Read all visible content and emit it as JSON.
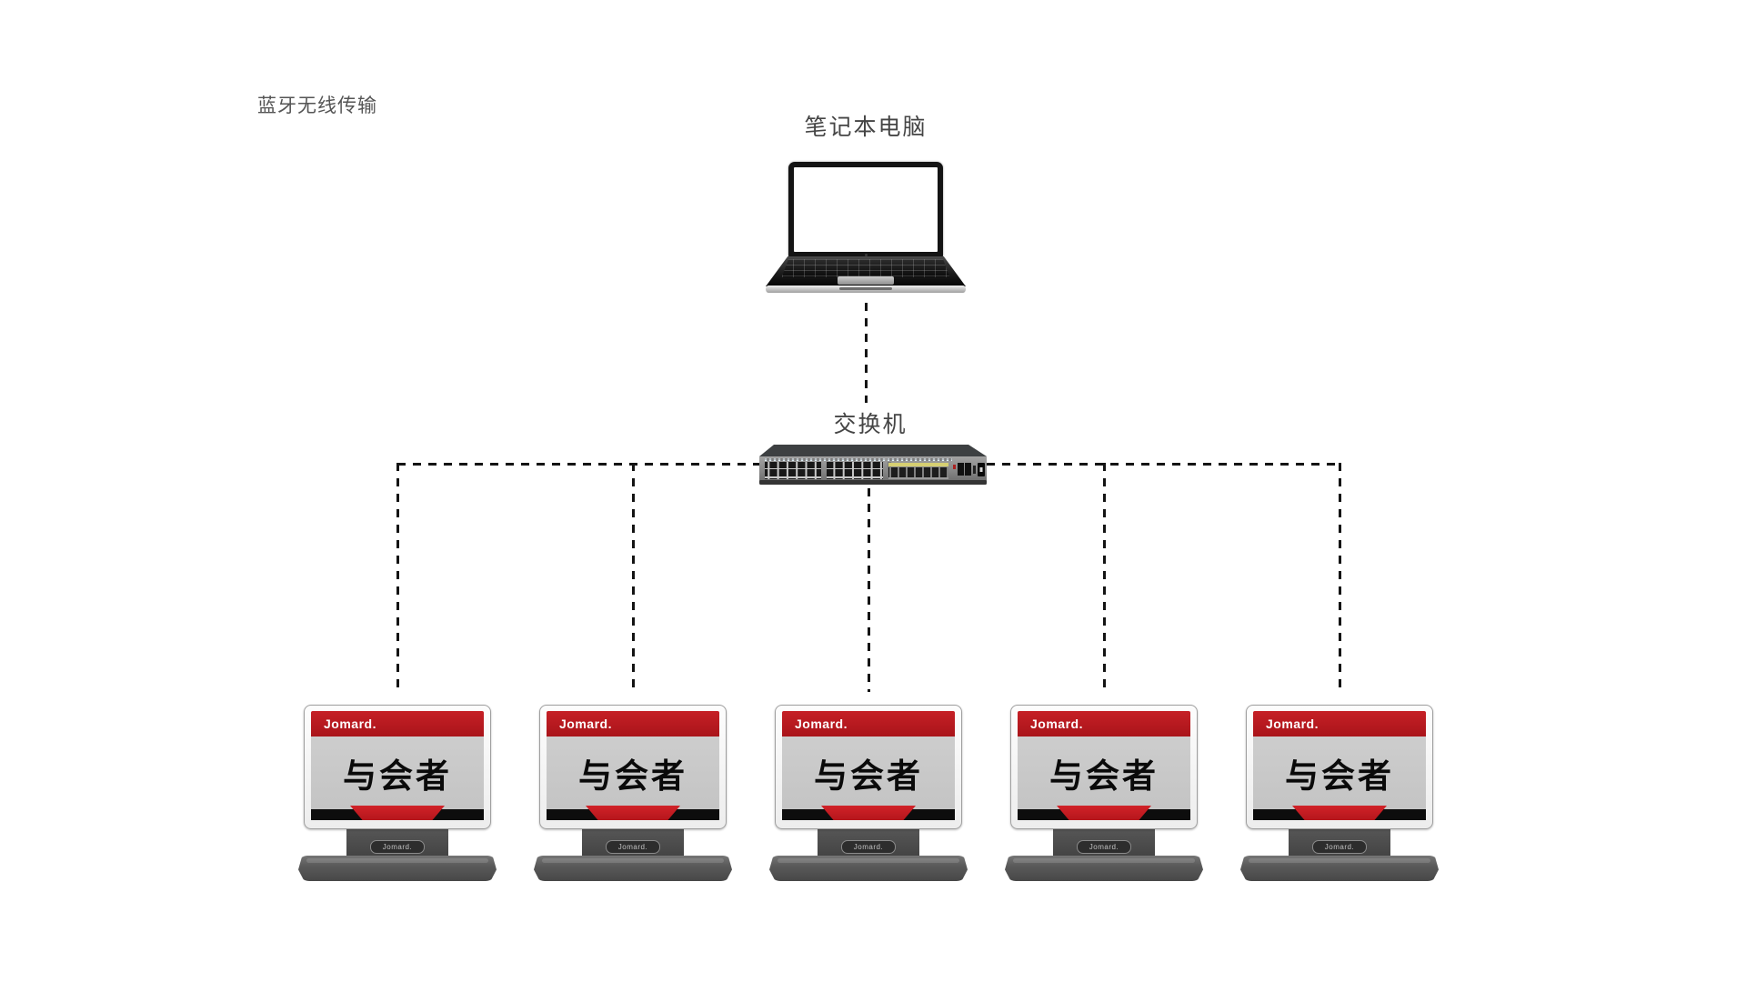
{
  "diagram": {
    "background": "#ffffff",
    "annotation": "蓝牙无线传输",
    "laptop": {
      "label": "笔记本电脑"
    },
    "switch": {
      "label": "交换机"
    },
    "brand": "Jomard.",
    "devices": [
      {
        "brand": "Jomard.",
        "label": "与会者",
        "stand_brand": "Jomard."
      },
      {
        "brand": "Jomard.",
        "label": "与会者",
        "stand_brand": "Jomard."
      },
      {
        "brand": "Jomard.",
        "label": "与会者",
        "stand_brand": "Jomard."
      },
      {
        "brand": "Jomard.",
        "label": "与会者",
        "stand_brand": "Jomard."
      },
      {
        "brand": "Jomard.",
        "label": "与会者",
        "stand_brand": "Jomard."
      }
    ],
    "colors": {
      "accent_red": "#bb1a1f",
      "label_text": "#454545",
      "connector": "#141414",
      "device_body_gray": "#c9c9c9",
      "device_black_bar": "#0d0d0d",
      "device_stand": "#4a4a4a",
      "device_base": "#5f5f5f"
    }
  }
}
